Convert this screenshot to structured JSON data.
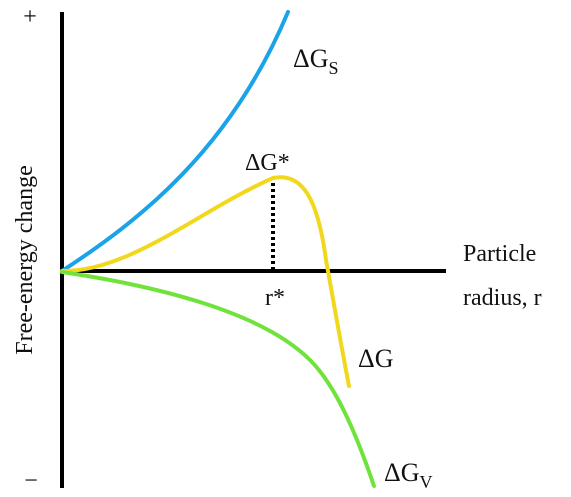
{
  "chart_data": {
    "type": "line",
    "xlabel_line1": "Particle",
    "xlabel_line2": "radius, r",
    "ylabel": "Free-energy change",
    "y_top_sign": "+",
    "y_bottom_sign": "−",
    "critical_radius_label": "r*",
    "critical_energy_label": "ΔG*",
    "series": [
      {
        "name": "ΔG",
        "sub": "S",
        "color": "#1aa3e8"
      },
      {
        "name": "ΔG",
        "sub": "",
        "color": "#f2d81c"
      },
      {
        "name": "ΔG",
        "sub": "V",
        "color": "#6fe33c"
      }
    ]
  }
}
